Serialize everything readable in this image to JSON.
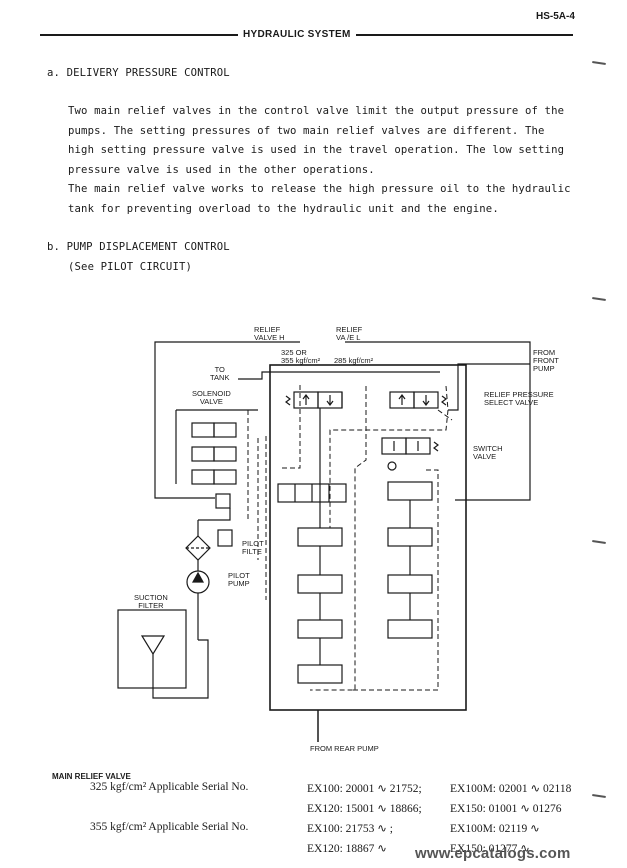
{
  "page_code": "HS-5A-4",
  "header_title": "HYDRAULIC SYSTEM",
  "section_a": {
    "heading": "a.  DELIVERY PRESSURE CONTROL",
    "lines": [
      "Two main relief valves in the control valve limit the output pressure of the",
      "pumps.  The setting pressures of two main relief valves are different.  The",
      "high setting pressure valve is used in the travel operation.  The low setting",
      "pressure valve is used in the other operations.",
      "The main relief valve works to release the high pressure oil to the hydraulic",
      "tank for preventing overload to the hydraulic unit and the engine."
    ]
  },
  "section_b": {
    "heading": "b.  PUMP DISPLACEMENT CONTROL",
    "subheading": "(See PILOT CIRCUIT)"
  },
  "diagram": {
    "relief_valve_h": [
      "RELIEF",
      "VALVE H"
    ],
    "relief_valve_l": [
      "RELIEF",
      "VA  /E L"
    ],
    "pressure_h": [
      "325 OR",
      "355 kgf/cm²"
    ],
    "pressure_l": "285 kgf/cm²",
    "to_tank": [
      "TO",
      "TANK"
    ],
    "from_front_pump": [
      "FROM",
      "FRONT",
      "PUMP"
    ],
    "solenoid_valve": [
      "SOLENOID",
      "VALVE"
    ],
    "relief_pressure_select_valve": [
      "RELIEF PRESSURE",
      "SELECT VALVE"
    ],
    "switch_valve": [
      "SWITCH",
      "VALVE"
    ],
    "pilot_filter": [
      "PILOT",
      "FILTE"
    ],
    "pilot_pump": [
      "PILOT",
      "PUMP"
    ],
    "suction_filter": [
      "SUCTION",
      "FILTER"
    ],
    "from_rear_pump": "FROM REAR PUMP"
  },
  "main_relief": {
    "title": "MAIN RELIEF VALVE",
    "rows": [
      {
        "pressure": "325 kgf/cm² Applicable Serial No.",
        "c1": "EX100: 20001 ∿ 21752;",
        "c2": "EX100M: 02001 ∿ 02118"
      },
      {
        "pressure": "",
        "c1": "EX120: 15001 ∿ 18866;",
        "c2": "EX150:   01001 ∿ 01276"
      },
      {
        "pressure": "355 kgf/cm² Applicable Serial No.",
        "c1": "EX100: 21753 ∿          ;",
        "c2": "EX100M: 02119 ∿"
      },
      {
        "pressure": "",
        "c1": "EX120: 18867 ∿",
        "c2": "EX150:   01277 ∿"
      }
    ]
  },
  "watermark": "www.epcatalogs.com"
}
